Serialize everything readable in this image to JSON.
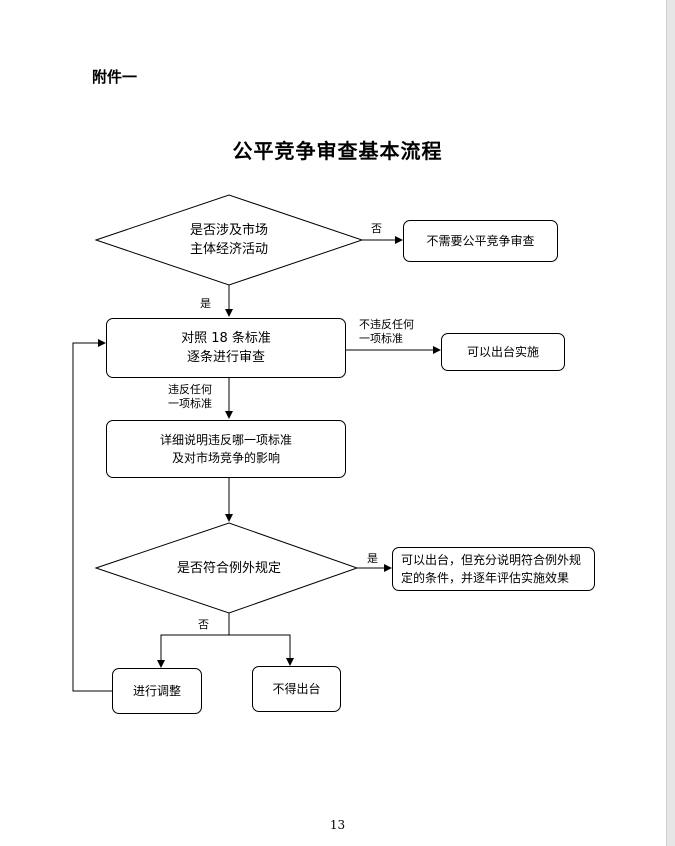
{
  "header": {
    "attachment": "附件一"
  },
  "title": "公平竞争审查基本流程",
  "flow": {
    "d1_line1": "是否涉及市场",
    "d1_line2": "主体经济活动",
    "d1_no_label": "否",
    "no_review_box": "不需要公平竞争审查",
    "d1_yes_label": "是",
    "check_line1": "对照 18 条标准",
    "check_line2": "逐条进行审查",
    "no_violate_label_1": "不违反任何",
    "no_violate_label_2": "一项标准",
    "can_issue_box": "可以出台实施",
    "violate_label_1": "违反任何",
    "violate_label_2": "一项标准",
    "explain_line1": "详细说明违反哪一项标准",
    "explain_line2": "及对市场竞争的影响",
    "d2_text": "是否符合例外规定",
    "d2_yes_label": "是",
    "exception_line1": "可以出台，但充分说明符合例外规",
    "exception_line2": "定的条件，并逐年评估实施效果",
    "d2_no_label": "否",
    "adjust_box": "进行调整",
    "no_issue_box": "不得出台"
  },
  "footer": {
    "page_number": "13"
  }
}
